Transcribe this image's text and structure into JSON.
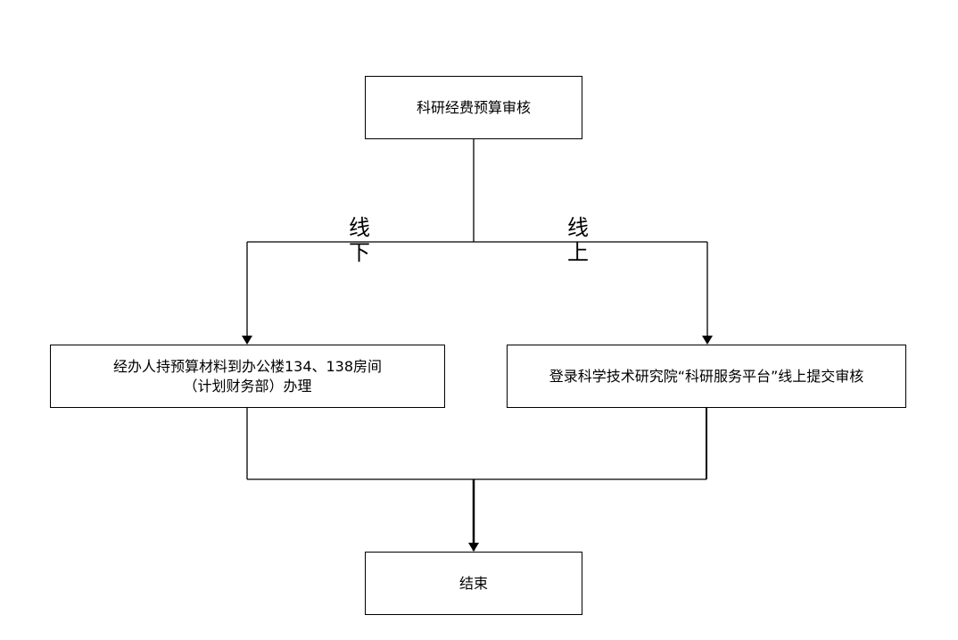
{
  "flowchart": {
    "start": {
      "label": "科研经费预算审核"
    },
    "branches": {
      "offline": {
        "label_line1": "线",
        "label_line2": "下",
        "step_line1": "经办人持预算材料到办公楼134、138房间",
        "step_line2": "（计划财务部）办理"
      },
      "online": {
        "label_line1": "线",
        "label_line2": "上",
        "step": "登录科学技术研究院“科研服务平台”线上提交审核"
      }
    },
    "end": {
      "label": "结束"
    }
  },
  "colors": {
    "line": "#000000",
    "background": "#ffffff"
  }
}
